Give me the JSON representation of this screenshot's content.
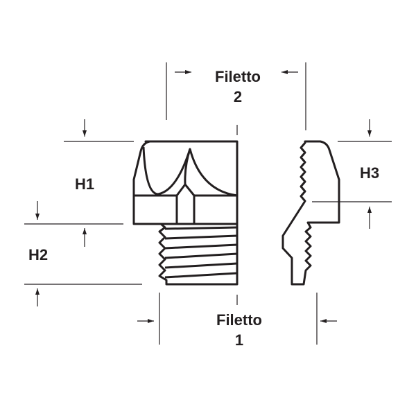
{
  "labels": {
    "h1": "H1",
    "h2": "H2",
    "h3": "H3",
    "thread2_word": "Filetto",
    "thread2_num": "2",
    "thread1_word": "Filetto",
    "thread1_num": "1"
  },
  "colors": {
    "line": "#231f20",
    "background": "#ffffff"
  }
}
